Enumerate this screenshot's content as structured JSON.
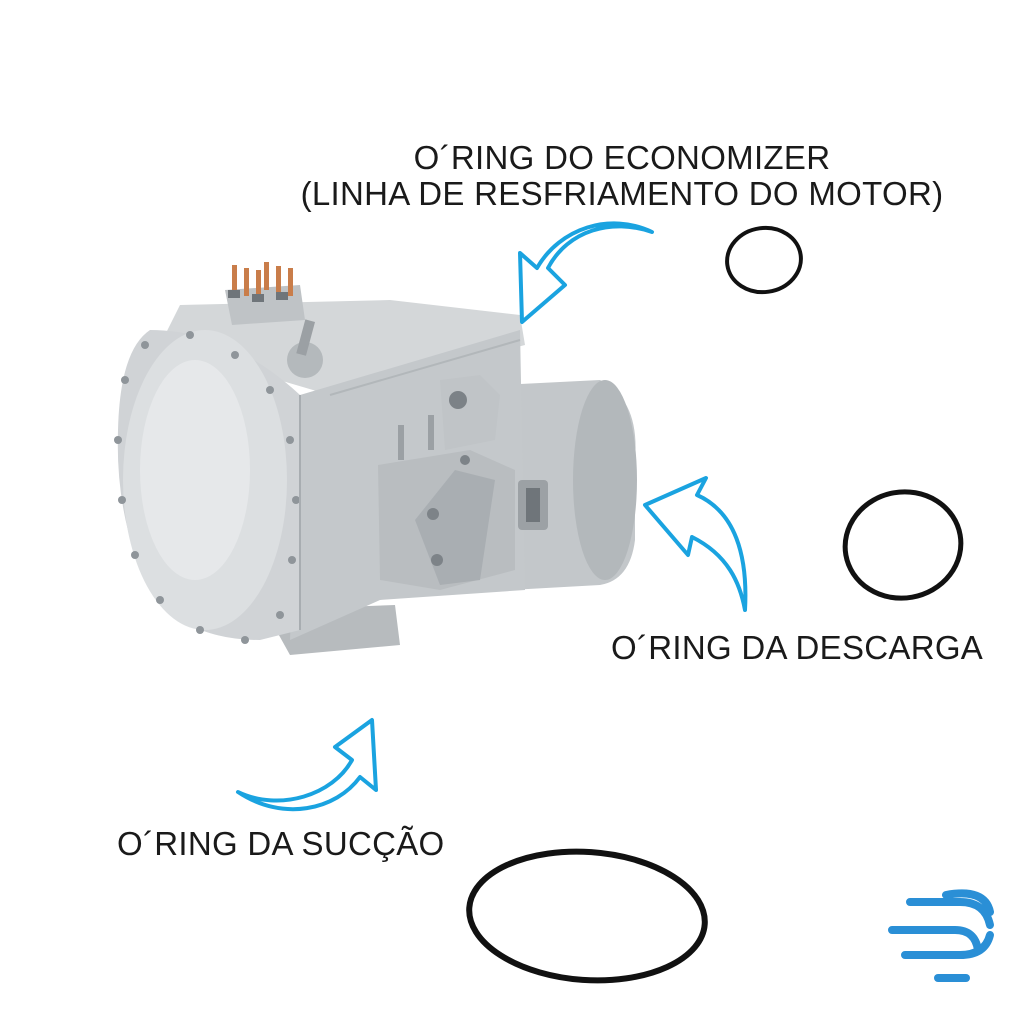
{
  "labels": {
    "economizer_line1": "O´RING DO ECONOMIZER",
    "economizer_line2": "(LINHA DE RESFRIAMENTO DO MOTOR)",
    "descarga": "O´RING DA DESCARGA",
    "succao": "O´RING DA SUCÇÃO"
  },
  "colors": {
    "arrow": "#1aa3e0",
    "oring": "#111111",
    "compressor_body": "#c9cdd0",
    "compressor_shadow": "#9ea3a7",
    "terminal_copper": "#c97d4a",
    "logo": "#2a8fd6"
  },
  "icons": {
    "logo": "three-wave-lines-logo",
    "compressor": "screw-compressor-illustration"
  }
}
